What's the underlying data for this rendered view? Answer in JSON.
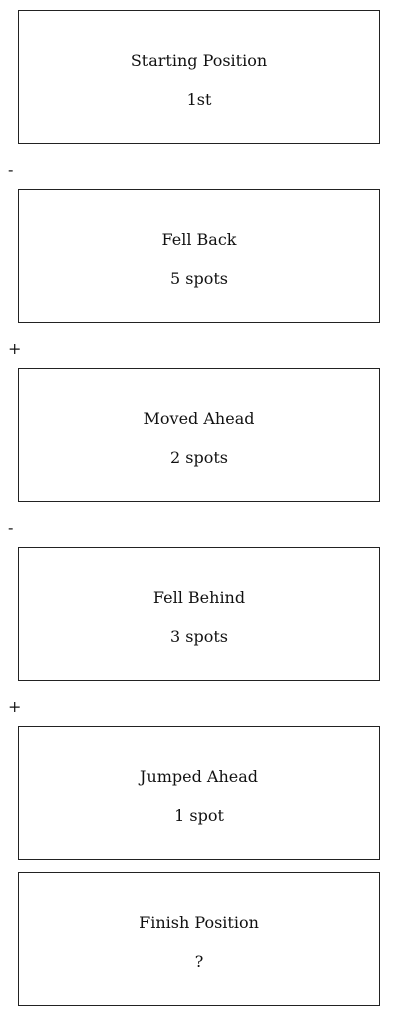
{
  "steps": [
    {
      "title": "Starting Position",
      "detail": "1st"
    },
    {
      "title": "Fell Back",
      "detail": "5 spots"
    },
    {
      "title": "Moved Ahead",
      "detail": "2 spots"
    },
    {
      "title": "Fell Behind",
      "detail": "3 spots"
    },
    {
      "title": "Jumped Ahead",
      "detail": "1 spot"
    },
    {
      "title": "Finish Position",
      "detail": "?"
    }
  ],
  "operators": [
    "-",
    "+",
    "-",
    "+"
  ]
}
